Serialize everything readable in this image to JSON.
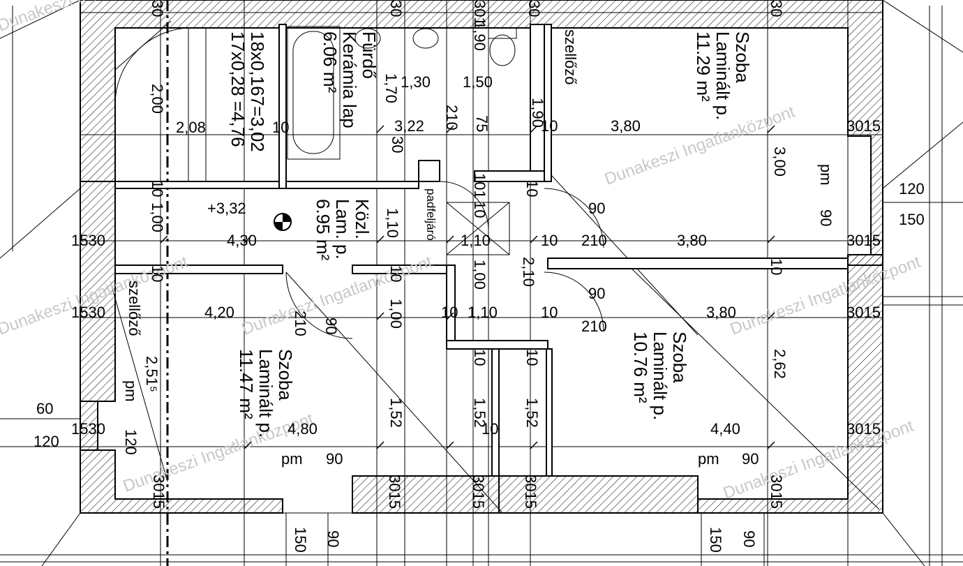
{
  "watermark": "Dunakeszi Ingatlanközpont",
  "rooms": {
    "bath": {
      "name": "Fürdő",
      "floor": "Kerámia lap",
      "area": "6.06 m²"
    },
    "bedroom_ne": {
      "name": "Szoba",
      "floor": "Laminált p.",
      "area": "11.29 m²"
    },
    "hall": {
      "name": "Közl.",
      "floor": "Lam. p.",
      "area": "6.95 m²"
    },
    "bedroom_sw": {
      "name": "Szoba",
      "floor": "Laminált p.",
      "area": "11.47 m²"
    },
    "bedroom_se": {
      "name": "Szoba",
      "floor": "Laminált p.",
      "area": "10.76 m²"
    }
  },
  "stair": {
    "spec_a": "18x0,167=3,02",
    "spec_b": "17x0,28 =4,76"
  },
  "level": "+3,32",
  "labels": {
    "vent_top": "szellőző",
    "vent_left": "szellőző",
    "attic": "padfeljáró"
  },
  "dims": {
    "d30": "30",
    "d301": "301",
    "d90": "90",
    "d190": "1,90",
    "d130": "1,30",
    "d150": "1,50",
    "d170": "1,70",
    "d322": "3,22",
    "d210": "210",
    "d75": "75",
    "d380": "3,80",
    "d10": "10",
    "d208": "2,08",
    "d200": "2,00",
    "d3015": "3015",
    "d300": "3,00",
    "pm": "pm",
    "d120": "120",
    "n150": "150",
    "d101": "101",
    "d110": "1,10",
    "d100": "1,00",
    "d430": "4,30",
    "d1530": "1530",
    "d210m": "2,10",
    "d420": "4,20",
    "d60": "60",
    "d251": "2,51⁵",
    "d480": "4,80",
    "d152": "1,52",
    "d440": "4,40",
    "d262": "2,62"
  }
}
